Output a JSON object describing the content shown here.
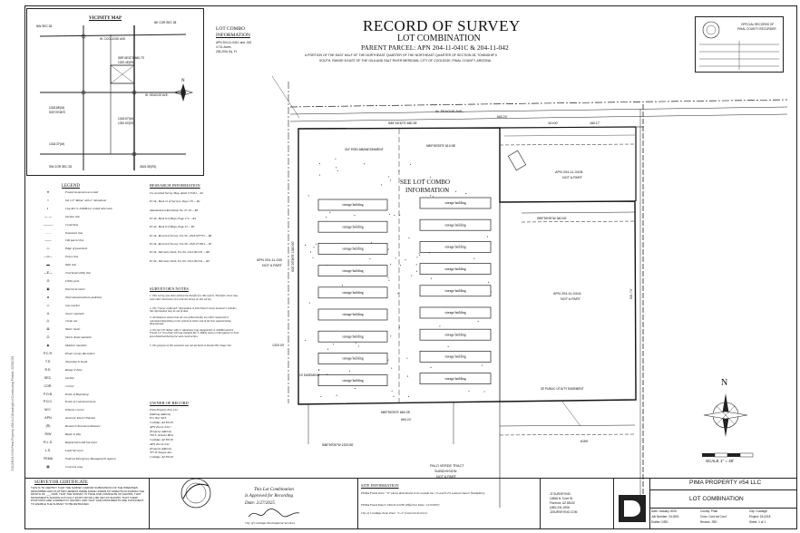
{
  "title": {
    "main": "RECORD OF SURVEY",
    "sub": "LOT COMBINATION",
    "parcel": "PARENT PARCEL: APN 204-11-041C & 204-11-042",
    "desc1": "A PORTION OF THE EAST HALF OF THE NORTHEAST QUARTER OF THE NORTHEAST QUARTER OF SECTION 28, TOWNSHIP 5",
    "desc2": "SOUTH, RANGE 8 EAST OF THE GILA AND SALT RIVER MERIDIAN, CITY OF COOLIDGE, PINAL COUNTY, ARIZONA"
  },
  "lot_combo": {
    "heading": "LOT COMBO",
    "heading2": "INFORMATION",
    "line1": "APN 204-11-041C and -042",
    "line2": "4.711 Acres",
    "line3": "205,203± Sq. Ft."
  },
  "vicinity_map": {
    "heading": "VICINITY MAP",
    "road": "W. COOLIDGE AVE.",
    "road2": "W. SEAGOE AVE."
  },
  "recorder": {
    "line1": "OFFICIAL RECORDS OF",
    "line2": "PINAL COUNTY RECORDER"
  },
  "plan": {
    "callout1": "SEE LOT COMBO",
    "callout2": "INFORMATION",
    "building_label": "storage building",
    "left_buildings": 9,
    "right_buildings": 9,
    "road_top": "W. SEAGOE AVE.",
    "apn_left": "APN 204-11-040",
    "apn_left2": "NOT A PART",
    "apn_right_top": "APN 204-11-041B",
    "apn_right_top2": "NOT A PART",
    "apn_right_mid": "APN 204-11-041A",
    "apn_right_mid2": "NOT A PART",
    "tract": "PALO VERDE TRACT",
    "tract2": "SUBDIVISION",
    "tract3": "NOT A PART",
    "scale": "SCALE  1\" = 40'",
    "north": "N",
    "dim_top": "660.24'",
    "dim_bottom": "660.24'",
    "dim_left": "1320.00'"
  },
  "legend": {
    "heading": "LEGEND",
    "items": [
      {
        "sym": "●",
        "label": "Found monument as noted"
      },
      {
        "sym": "○",
        "label": "Set 1/2\" Rebar with 2\" Aluminum"
      },
      {
        "sym": "◐",
        "label": "Cap R.L.S. #49984 or noted otherwise"
      },
      {
        "sym": "— —",
        "label": "Section line"
      },
      {
        "sym": "———",
        "label": "Centerline"
      },
      {
        "sym": "- - -",
        "label": "Easement line"
      },
      {
        "sym": "——",
        "label": "Old parcel line"
      },
      {
        "sym": "▭",
        "label": "Edge of pavement"
      },
      {
        "sym": "—x—",
        "label": "Fence line"
      },
      {
        "sym": "▬",
        "label": "Wall line"
      },
      {
        "sym": "—E—",
        "label": "Overhead utility line"
      },
      {
        "sym": "ʘ",
        "label": "Utility pole"
      },
      {
        "sym": "▣",
        "label": "Electrical meter"
      },
      {
        "sym": "◘",
        "label": "Telecommunications pedestal"
      },
      {
        "sym": "◇",
        "label": "Gas marker"
      },
      {
        "sym": "⊙",
        "label": "Sewer manhole"
      },
      {
        "sym": "◎",
        "label": "Clean out"
      },
      {
        "sym": "⊠",
        "label": "Water meter"
      },
      {
        "sym": "⊡",
        "label": "Storm drain manhole"
      },
      {
        "sym": "◉",
        "label": "Monitor manhole"
      },
      {
        "sym": "P.C.R.",
        "label": "Pinal County Recorders"
      },
      {
        "sym": "T.S.",
        "label": "Township X South"
      },
      {
        "sym": "R.E.",
        "label": "Range X East"
      },
      {
        "sym": "SEC.",
        "label": "Section"
      },
      {
        "sym": "COR.",
        "label": "Corner"
      },
      {
        "sym": "P.O.B.",
        "label": "Point of Beginning"
      },
      {
        "sym": "P.O.C.",
        "label": "Point of Commencement"
      },
      {
        "sym": "W.C.",
        "label": "Witness Corner"
      },
      {
        "sym": "APN",
        "label": "Assessor Parcel Number"
      },
      {
        "sym": "(R)",
        "label": "Research document distance"
      },
      {
        "sym": "R/W",
        "label": "Right of Way"
      },
      {
        "sym": "R.L.S.",
        "label": "Registered Land Surveyor"
      },
      {
        "sym": "L.S.",
        "label": "Land Surveyor"
      },
      {
        "sym": "FEMA",
        "label": "Federal Emergency Management Agency"
      },
      {
        "sym": "▦",
        "label": "Concrete area"
      }
    ]
  },
  "research": {
    "heading": "RESEARCH INFORMATION",
    "items": [
      "Un-recorded Survey Map, dated 7/25/84 ... R1",
      "P.C.R., Book 12 of Surveys, Page 179 ... R2",
      "Abandonment Resolution No. 07-16 ... R3",
      "P.C.R., Book 6 of Maps, Page 174 ... R4",
      "P.C.R., Book 6 of Maps, Page 52 ... R5",
      "P.C.R., Record of Survey, Fee No. 2018-007725 ... R6",
      "P.C.R., Record of Survey, Fee No. 2020-071834 ... R7",
      "P.C.R., Warranty Deed, Fee No. 2024-091133 ... R8",
      "P.C.R., Warranty Deed, Fee No. 2024-091134 ... R9"
    ]
  },
  "notes": {
    "heading": "SURVEYOR'S NOTES",
    "items": [
      "1. This survey was done without the benefit of a title report. Therefore, there may exist other easements of record not shown on this survey.",
      "2. The \"Owner of Record\" information is from Pinal County Assessor's website; this information may be out of date.",
      "3. All distances shown that are not of Record (R), are either measured or calculated depending on the symbol at either end of the line segment being dimensioned.",
      "4. The Set 5/8\" Rebar with 2\" Aluminum Cap stamped R.L.S. #49984 and the Found 1/2\" Iron Pipe with tag stamped R.L.S. #8842 shown on R4 appear to have been disturbed during the wall construction.",
      "5. The purpose of this easement was not declared in Docket 832, Page 192."
    ]
  },
  "owner": {
    "heading": "OWNER OF RECORD",
    "lines": [
      "Pima Property #54, LLC",
      "(Mailing Address)",
      "P.O. Box 5025",
      "Coolidge, AZ 85128",
      "APN 204-11-041C",
      "(Property Address)",
      "799 S. Arizona Blvd.",
      "Coolidge, AZ 85128",
      "APN 204-11-042",
      "(Property Address)",
      "535 W. Seagoe Ave.",
      "Coolidge, AZ 85128"
    ]
  },
  "certificate": {
    "heading": "SURVEYOR CERTIFICATE",
    "text": "THIS IS TO CERTIFY THAT THE SURVEY AND/OR SUBDIVISION OF THE PREMISES DESCRIBED AND PLATTED HEREON WERE MADE UNDER MY DIRECTION DURING THE MONTH OF ___ 2025; THAT THE SURVEY IS TRUE AND COMPLETE AS SHOWN; THAT MONUMENTS SHOWN ACTUALLY EXIST OR WILL BE SET AS SHOWN; THAT THEIR POSITIONS ARE CORRECTLY SHOWN; AND THAT SAID MONUMENTS ARE SUFFICIENT TO ENABLE THE SURVEY TO BE RETRACED."
  },
  "approval": {
    "line1": "This Lot Combination",
    "line2": "Is Approved for Recording",
    "line3": "Date: 2/27/2025",
    "line4": "City of Coolidge Development Services"
  },
  "site_info": {
    "heading": "SITE INFORMATION",
    "lines": [
      "FEMA Flood Zone: \"X\" (Area determined to be outside the 1% and 0.2% annual chance floodplain).",
      "FEMA Flood Panel: 04021C2225E (Effective Date: 12/3/2007)",
      "City of Coolidge Zone Zone: \"C-2\" (General Service)"
    ]
  },
  "surveyor": {
    "name": "J2 SURVEYING",
    "addr1": "14868 N. Cove St.",
    "addr2": "Florence, AZ 85132",
    "phone": "(480) 231-2008",
    "web": "J2SURVEYING.COM"
  },
  "title_block": {
    "client": "PIMA PROPERTY #54 LLC",
    "project": "LOT COMBINATION",
    "date": "Date: January 2025",
    "job": "Job Number: 24-0001",
    "drafter": "Drafter: DRD",
    "county": "County: Pinal",
    "crew": "Crew: Cord Ad Cord",
    "review": "Review: JRD",
    "city": "City: Coolidge",
    "project_no": "Project: 24-0018",
    "sheet": "Sheet: 1 of 1"
  }
}
